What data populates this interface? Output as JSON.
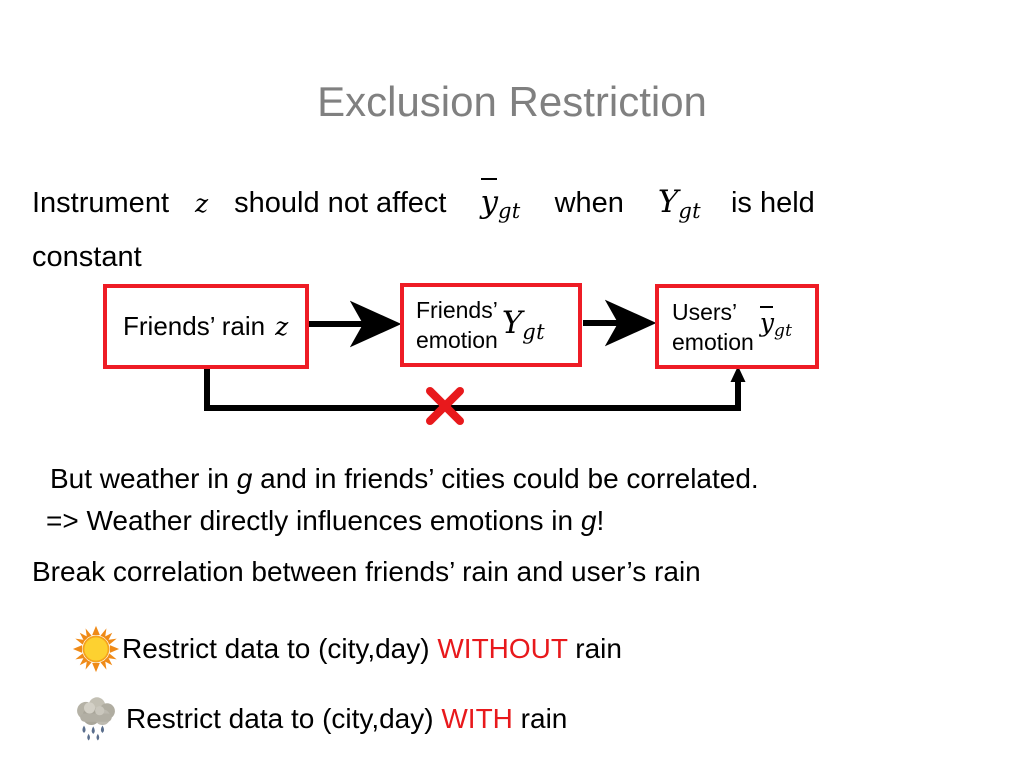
{
  "slide": {
    "title": "Exclusion Restriction",
    "title_color": "#808080",
    "background": "#ffffff"
  },
  "intro": {
    "part1": "Instrument",
    "z_symbol": "z",
    "part2": "should not affect",
    "ybar_symbol": "y",
    "ybar_sub": "gt",
    "part3": "when",
    "Y_symbol": "Y",
    "Y_sub": "gt",
    "part4": "is held",
    "line2": "constant"
  },
  "diagram": {
    "box_border_color": "#ee1c25",
    "arrow_color": "#000000",
    "cross_color": "#e8191c",
    "nodes": [
      {
        "id": "friends-rain",
        "label": "Friends’ rain",
        "math": "z",
        "math_sub": ""
      },
      {
        "id": "friends-emotion",
        "label": "Friends’\nemotion",
        "math": "Y",
        "math_sub": "gt"
      },
      {
        "id": "users-emotion",
        "label": "Users’\nemotion",
        "math": "y",
        "math_sub": "gt"
      }
    ],
    "edges": [
      {
        "from": "friends-rain",
        "to": "friends-emotion",
        "style": "arrow"
      },
      {
        "from": "friends-emotion",
        "to": "users-emotion",
        "style": "arrow"
      },
      {
        "from": "friends-rain",
        "to": "users-emotion",
        "style": "arrow-blocked",
        "marker": "red-x"
      }
    ]
  },
  "notes": {
    "line1_a": "But weather in ",
    "line1_g": "g",
    "line1_b": " and in friends’ cities could be correlated.",
    "line2_a": "=> Weather directly influences emotions in ",
    "line2_g": "g",
    "line2_b": "!",
    "break_line": "Break correlation between friends’ rain and user’s rain"
  },
  "bullets": [
    {
      "icon": "sun-icon",
      "text_before": "Restrict data to (city,day) ",
      "emphasis": "WITHOUT",
      "text_after": " rain",
      "emphasis_color": "#e8191c"
    },
    {
      "icon": "rain-cloud-icon",
      "text_before": "Restrict data to (city,day) ",
      "emphasis": "WITH",
      "text_after": " rain",
      "emphasis_color": "#e8191c"
    }
  ]
}
